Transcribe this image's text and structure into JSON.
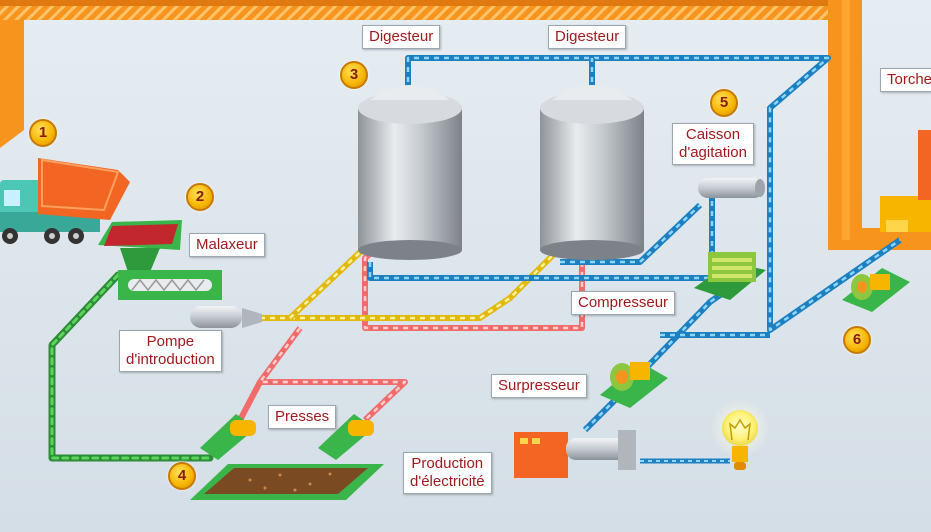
{
  "labels": {
    "digesteur_1": "Digesteur",
    "digesteur_2": "Digesteur",
    "torche": "Torche",
    "caisson": "Caisson\nd'agitation",
    "malaxeur": "Malaxeur",
    "compresseur": "Compresseur",
    "pompe": "Pompe\nd'introduction",
    "surpresseur": "Surpresseur",
    "presses": "Presses",
    "production": "Production\nd'électricité"
  },
  "steps": [
    "1",
    "2",
    "3",
    "4",
    "5",
    "6"
  ],
  "colors": {
    "pipe_orange": "#f7941d",
    "pipe_blue": "#29a8e0",
    "pipe_yellow": "#f5d21b",
    "pipe_red": "#f26b6b",
    "pipe_green": "#39b54a",
    "label_text": "#a0191d"
  }
}
